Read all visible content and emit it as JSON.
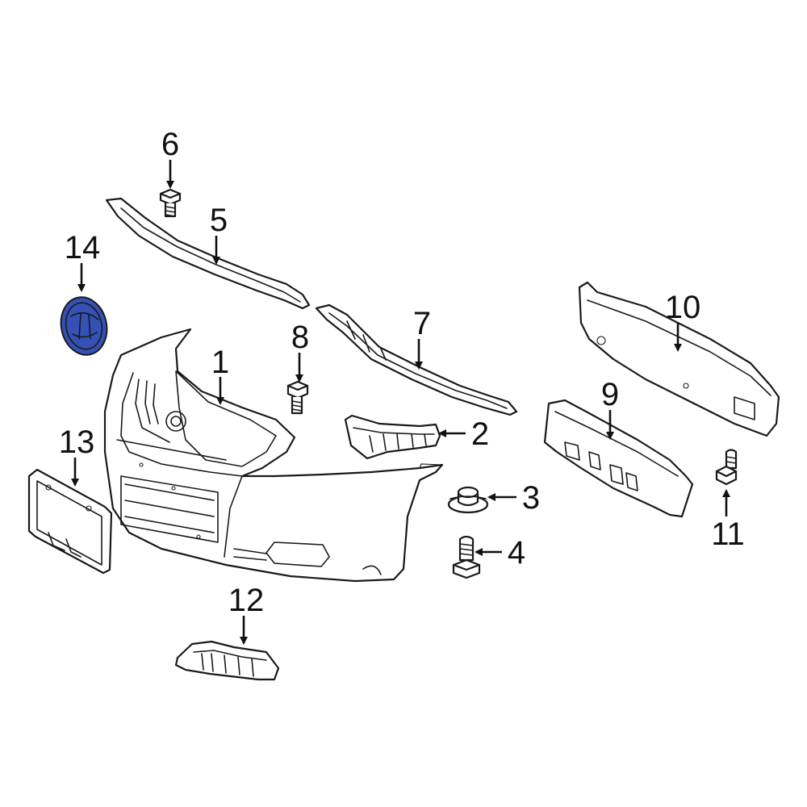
{
  "diagram": {
    "highlight_color": "#3551b5",
    "callouts": [
      {
        "id": "1",
        "label": "1"
      },
      {
        "id": "2",
        "label": "2"
      },
      {
        "id": "3",
        "label": "3"
      },
      {
        "id": "4",
        "label": "4"
      },
      {
        "id": "5",
        "label": "5"
      },
      {
        "id": "6",
        "label": "6"
      },
      {
        "id": "7",
        "label": "7"
      },
      {
        "id": "8",
        "label": "8"
      },
      {
        "id": "9",
        "label": "9"
      },
      {
        "id": "10",
        "label": "10"
      },
      {
        "id": "11",
        "label": "11"
      },
      {
        "id": "12",
        "label": "12"
      },
      {
        "id": "13",
        "label": "13"
      },
      {
        "id": "14",
        "label": "14"
      }
    ]
  }
}
